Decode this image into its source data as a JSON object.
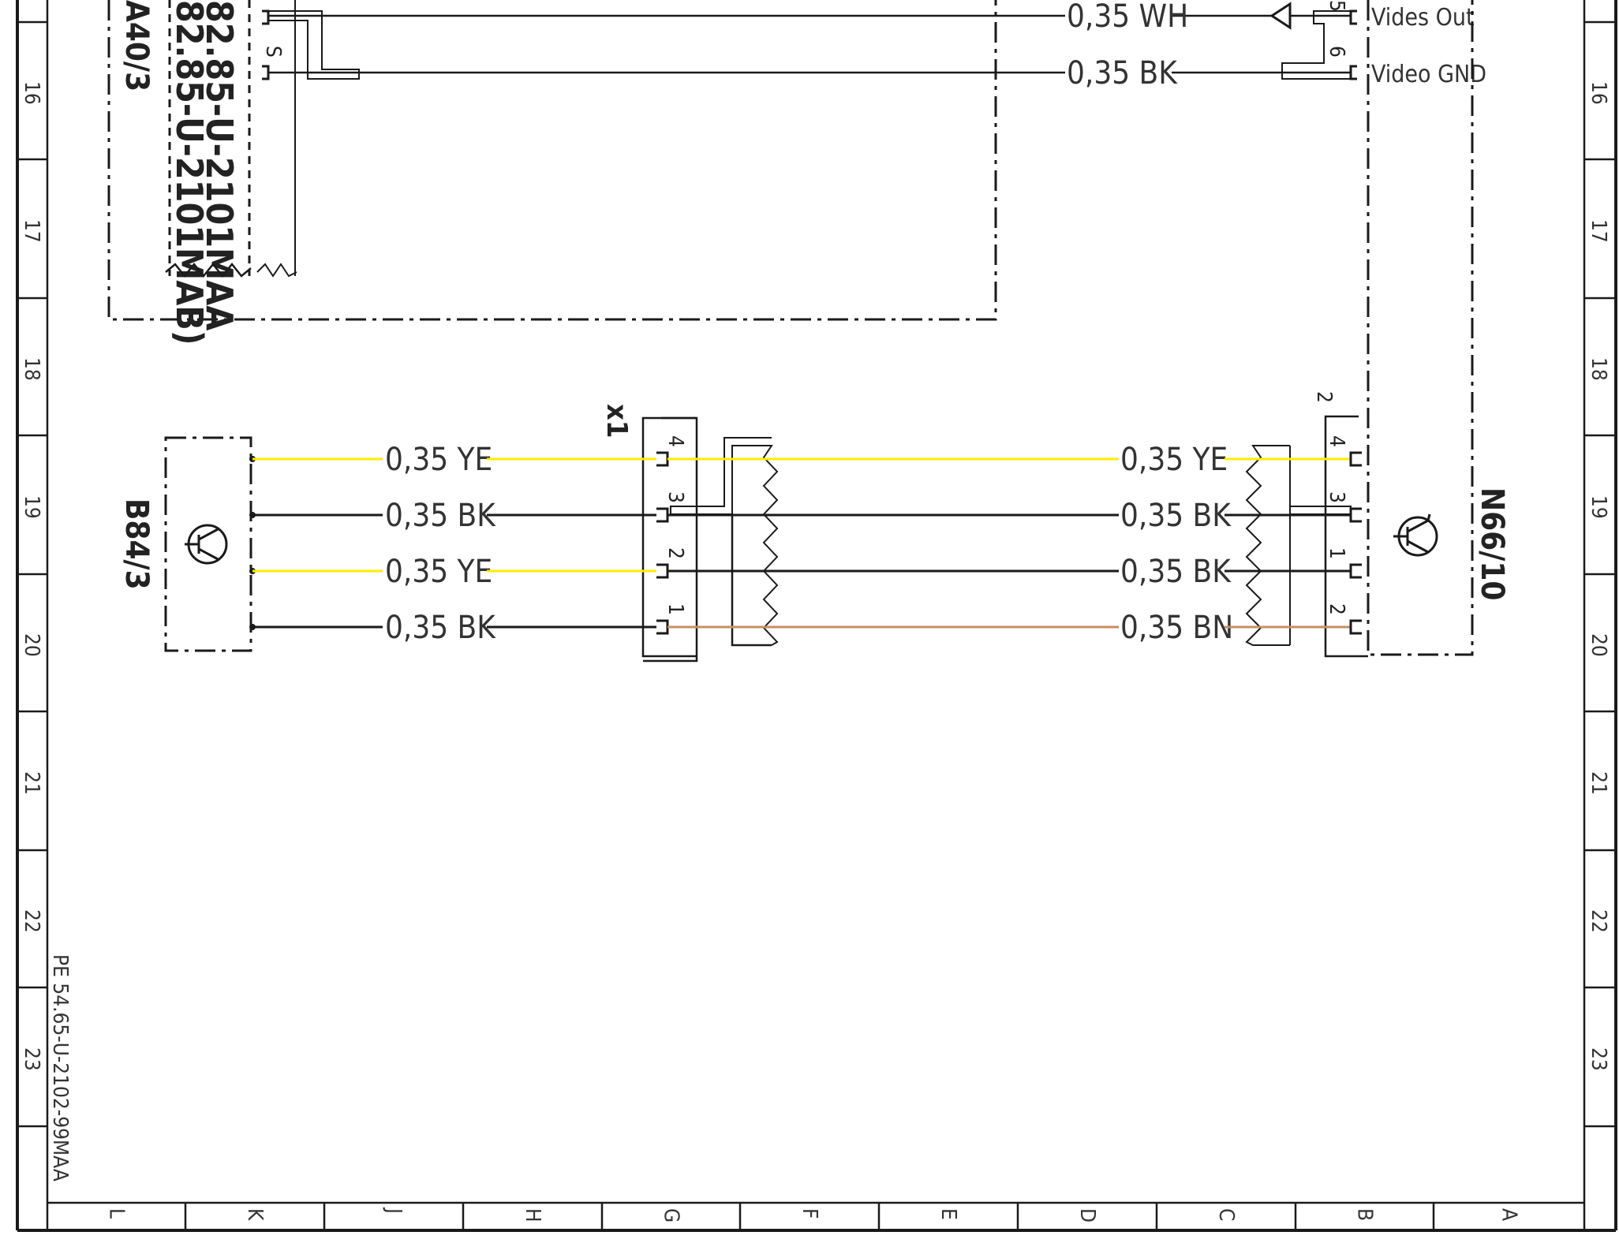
{
  "colors": {
    "YE": "#ffec00",
    "BK": "#1a1a1a",
    "WH": "#1a1a1a",
    "BN": "#c49060",
    "frame": "#1a1a1a"
  },
  "grid": {
    "rows": [
      "16",
      "17",
      "18",
      "19",
      "20",
      "21",
      "22",
      "23"
    ],
    "columns": [
      "L",
      "K",
      "J",
      "H",
      "G",
      "F",
      "E",
      "D",
      "C",
      "B",
      "A"
    ]
  },
  "doc_id": "PE 54.65-U-2102-99MAA",
  "components": {
    "a40": {
      "id": "A40/3",
      "refs": [
        "82.85-U-2101MAA",
        "82.85-U-2101MAB)"
      ],
      "pin_label": "S"
    },
    "b84": {
      "id": "B84/3"
    },
    "n66": {
      "id": "N66/10",
      "connector_no": "2"
    },
    "x1": {
      "id": "x1"
    }
  },
  "top_wires": [
    {
      "label": "0,35  WH",
      "pin": "5",
      "signal": "Vides Out",
      "color_key": "WH"
    },
    {
      "label": "0,35  BK",
      "pin": "6",
      "signal": "Video GND",
      "color_key": "BK"
    }
  ],
  "harness": [
    {
      "left_label": "0,35  YE",
      "left_color": "YE",
      "x1_pin": "4",
      "right_label": "0,35  YE",
      "right_color": "YE",
      "n66_pin": "4"
    },
    {
      "left_label": "0,35  BK",
      "left_color": "BK",
      "x1_pin": "3",
      "right_label": "0,35  BK",
      "right_color": "BK",
      "n66_pin": "3"
    },
    {
      "left_label": "0,35  YE",
      "left_color": "YE",
      "x1_pin": "2",
      "right_label": "0,35  BK",
      "right_color": "BK",
      "n66_pin": "1"
    },
    {
      "left_label": "0,35  BK",
      "left_color": "BK",
      "x1_pin": "1",
      "right_label": "0,35  BN",
      "right_color": "BN",
      "n66_pin": "2"
    }
  ]
}
